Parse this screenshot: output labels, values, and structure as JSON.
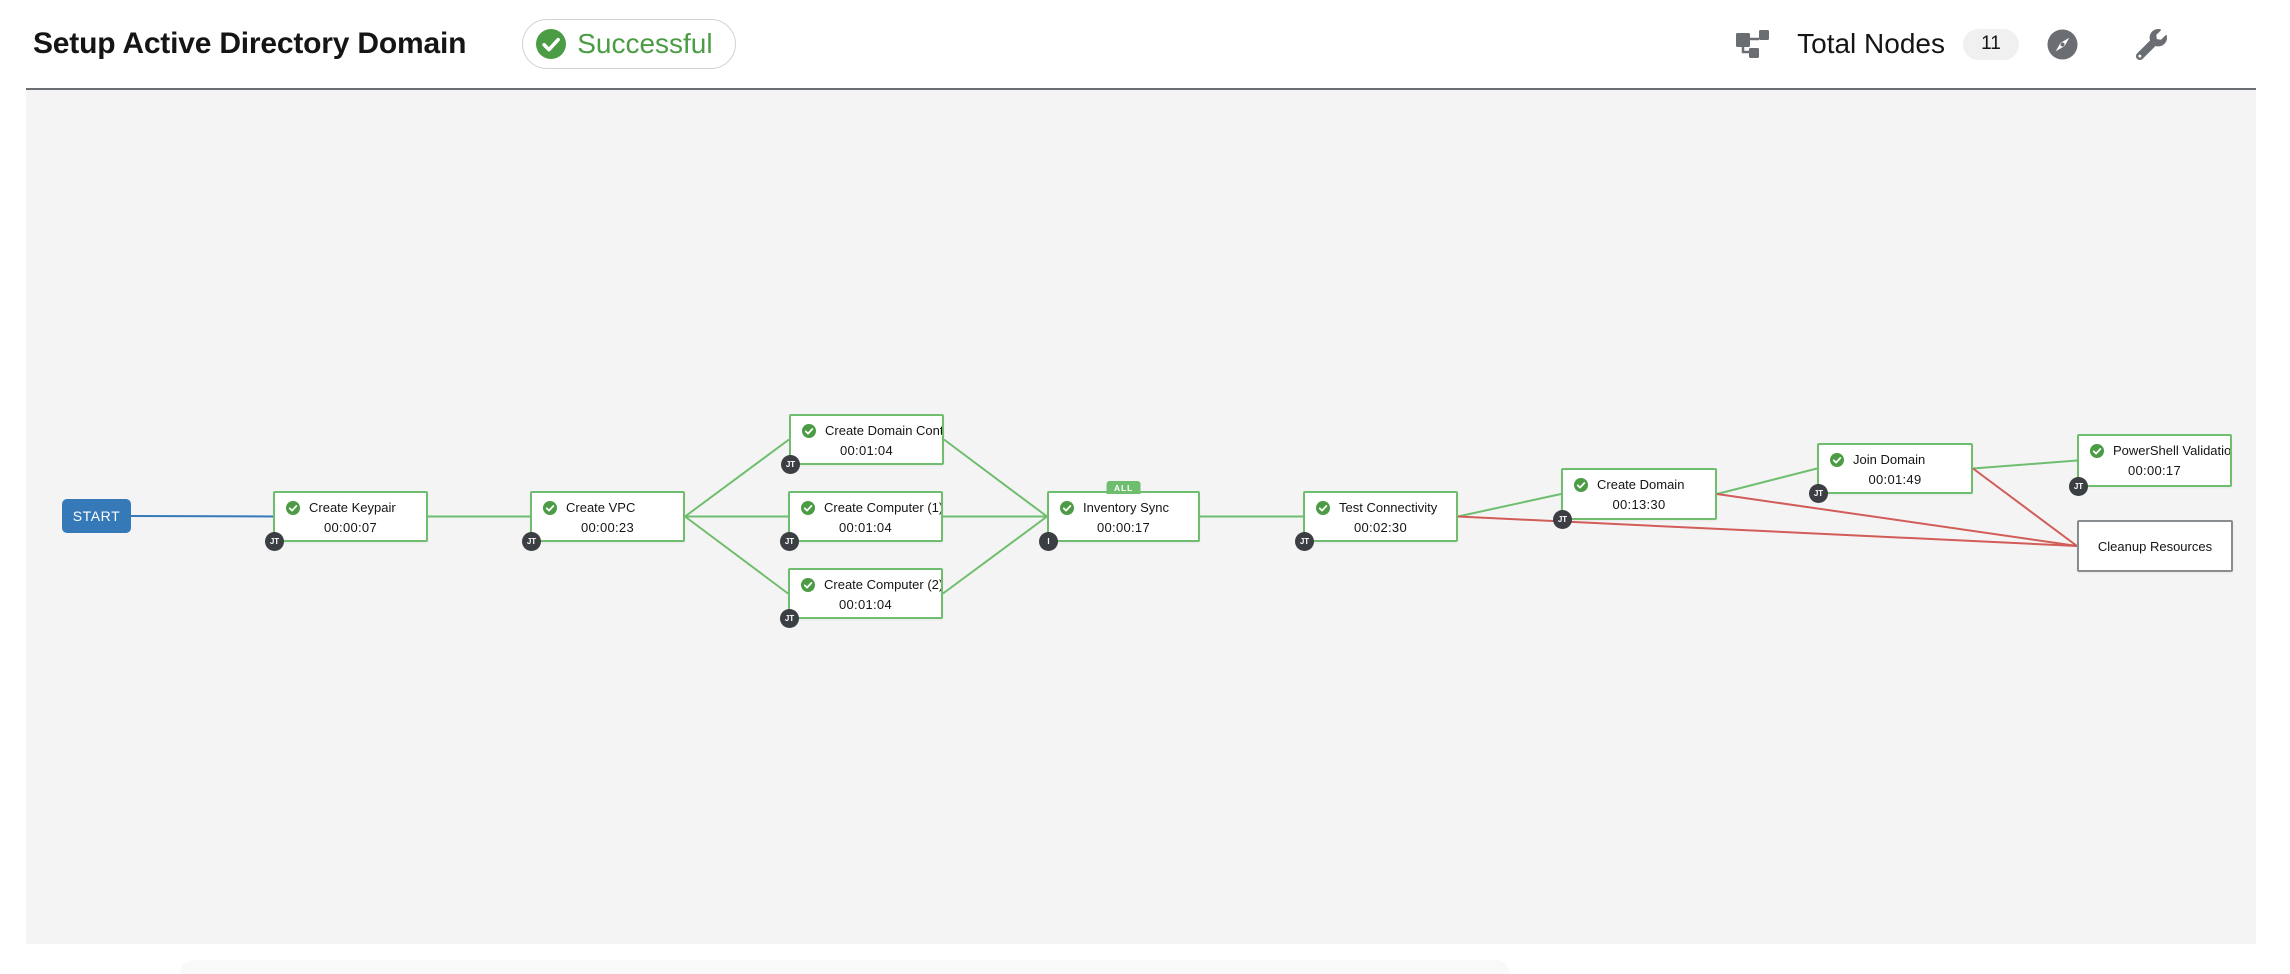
{
  "header": {
    "title": "Setup Active Directory Domain",
    "status": "Successful",
    "total_nodes_label": "Total Nodes",
    "total_nodes_count": "11"
  },
  "canvas": {
    "start_label": "START",
    "nodes": [
      {
        "id": "create_keypair",
        "label": "Create Keypair",
        "elapsed": "00:00:07",
        "badge": "JT",
        "status": "successful"
      },
      {
        "id": "create_vpc",
        "label": "Create VPC",
        "elapsed": "00:00:23",
        "badge": "JT",
        "status": "successful"
      },
      {
        "id": "create_domain_controller",
        "label": "Create Domain Contr...",
        "elapsed": "00:01:04",
        "badge": "JT",
        "status": "successful"
      },
      {
        "id": "create_computer_1",
        "label": "Create Computer (1)",
        "elapsed": "00:01:04",
        "badge": "JT",
        "status": "successful"
      },
      {
        "id": "create_computer_2",
        "label": "Create Computer (2)",
        "elapsed": "00:01:04",
        "badge": "JT",
        "status": "successful"
      },
      {
        "id": "inventory_sync",
        "label": "Inventory Sync",
        "elapsed": "00:00:17",
        "badge": "I",
        "status": "successful",
        "convergence": "ALL"
      },
      {
        "id": "test_connectivity",
        "label": "Test Connectivity",
        "elapsed": "00:02:30",
        "badge": "JT",
        "status": "successful"
      },
      {
        "id": "create_domain",
        "label": "Create Domain",
        "elapsed": "00:13:30",
        "badge": "JT",
        "status": "successful"
      },
      {
        "id": "join_domain",
        "label": "Join Domain",
        "elapsed": "00:01:49",
        "badge": "JT",
        "status": "successful"
      },
      {
        "id": "powershell_validation",
        "label": "PowerShell Validation",
        "elapsed": "00:00:17",
        "badge": "JT",
        "status": "successful"
      },
      {
        "id": "cleanup_resources",
        "label": "Cleanup Resources",
        "elapsed": "",
        "badge": "",
        "status": "none"
      }
    ],
    "edges": [
      {
        "from": "start",
        "to": "create_keypair",
        "type": "always"
      },
      {
        "from": "create_keypair",
        "to": "create_vpc",
        "type": "success"
      },
      {
        "from": "create_vpc",
        "to": "create_domain_controller",
        "type": "success"
      },
      {
        "from": "create_vpc",
        "to": "create_computer_1",
        "type": "success"
      },
      {
        "from": "create_vpc",
        "to": "create_computer_2",
        "type": "success"
      },
      {
        "from": "create_domain_controller",
        "to": "inventory_sync",
        "type": "success"
      },
      {
        "from": "create_computer_1",
        "to": "inventory_sync",
        "type": "success"
      },
      {
        "from": "create_computer_2",
        "to": "inventory_sync",
        "type": "success"
      },
      {
        "from": "inventory_sync",
        "to": "test_connectivity",
        "type": "success"
      },
      {
        "from": "test_connectivity",
        "to": "create_domain",
        "type": "success"
      },
      {
        "from": "test_connectivity",
        "to": "cleanup_resources",
        "type": "failure"
      },
      {
        "from": "create_domain",
        "to": "join_domain",
        "type": "success"
      },
      {
        "from": "create_domain",
        "to": "cleanup_resources",
        "type": "failure"
      },
      {
        "from": "join_domain",
        "to": "powershell_validation",
        "type": "success"
      },
      {
        "from": "join_domain",
        "to": "cleanup_resources",
        "type": "failure"
      }
    ]
  },
  "colors": {
    "success_edge": "#6FBE6F",
    "failure_edge": "#D25C58",
    "always_edge": "#3679B8",
    "node_border_success": "#6FBE6F",
    "node_border_plain": "#8A8D90",
    "status_green": "#4B9C44",
    "check_icon_green": "#4B9C44",
    "badge_dark": "#3B3E42",
    "start_blue": "#3679B8",
    "canvas_gray": "#F4F4F4",
    "divider_gray": "#6A6E73"
  }
}
